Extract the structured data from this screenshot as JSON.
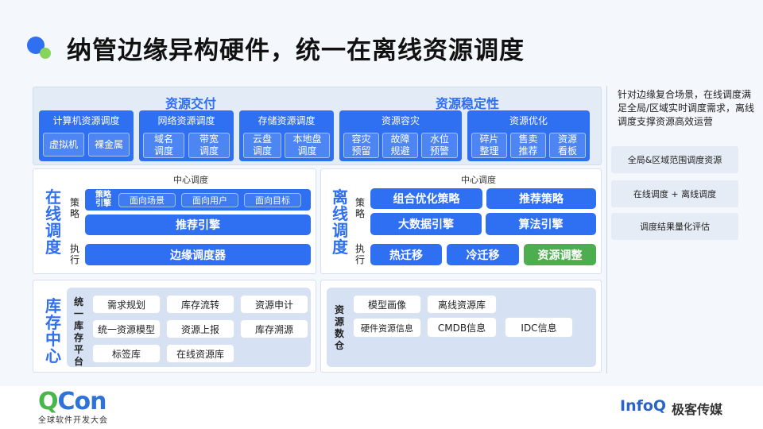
{
  "title": "纳管边缘异构硬件，统一在离线资源调度",
  "top": {
    "delivery_header": "资源交付",
    "stability_header": "资源稳定性",
    "groups": [
      {
        "title": "计算机资源调度",
        "items": [
          "虚拟机",
          "裸金属"
        ]
      },
      {
        "title": "网络资源调度",
        "items": [
          "域名\n调度",
          "带宽\n调度"
        ]
      },
      {
        "title": "存储资源调度",
        "items": [
          "云盘\n调度",
          "本地盘\n调度"
        ]
      },
      {
        "title": "资源容灾",
        "items": [
          "容灾\n预留",
          "故障\n规避",
          "水位\n预警"
        ]
      },
      {
        "title": "资源优化",
        "items": [
          "碎片\n整理",
          "售卖\n推荐",
          "资源\n看板"
        ]
      }
    ]
  },
  "online": {
    "vertical_title": "在线调度",
    "center_label": "中心调度",
    "strategy_label": "策略",
    "exec_label": "执行",
    "engine_tag": "策略\n引擎",
    "targets": [
      "面向场景",
      "面向用户",
      "面向目标"
    ],
    "recommend_engine": "推荐引擎",
    "edge_scheduler": "边缘调度器"
  },
  "offline": {
    "vertical_title": "离线调度",
    "center_label": "中心调度",
    "strategy_label": "策略",
    "exec_label": "执行",
    "combo": "组合优化策略",
    "recommend": "推荐策略",
    "bigdata": "大数据引擎",
    "algo": "算法引擎",
    "hot": "热迁移",
    "cold": "冷迁移",
    "adjust": "资源调整"
  },
  "inventory": {
    "vertical_title": "库存中心",
    "platform_label": "统一库存平台",
    "items": [
      "需求规划",
      "库存流转",
      "资源申计",
      "统一资源模型",
      "资源上报",
      "库存溯源",
      "标签库",
      "在线资源库"
    ]
  },
  "warehouse": {
    "vertical_title": "资源数仓",
    "items": [
      "模型画像",
      "离线资源库",
      "硬件资源信息",
      "CMDB信息",
      "IDC信息"
    ]
  },
  "notes": {
    "text": "针对边缘复合场景，在线调度满足全局/区域实时调度需求，离线调度支撑资源高效运营",
    "boxes": [
      "全局&区域范围调度资源",
      "在线调度 + 离线调度",
      "调度结果量化评估"
    ]
  },
  "footer": {
    "qcon_q": "Q",
    "qcon_rest": "Con",
    "qcon_sub": "全球软件开发大会",
    "infoq": "InfoQ",
    "infoq_cn": "极客传媒"
  },
  "colors": {
    "primary": "#2f6ff2",
    "green": "#4cae4f",
    "panel": "#e3ebf7"
  }
}
